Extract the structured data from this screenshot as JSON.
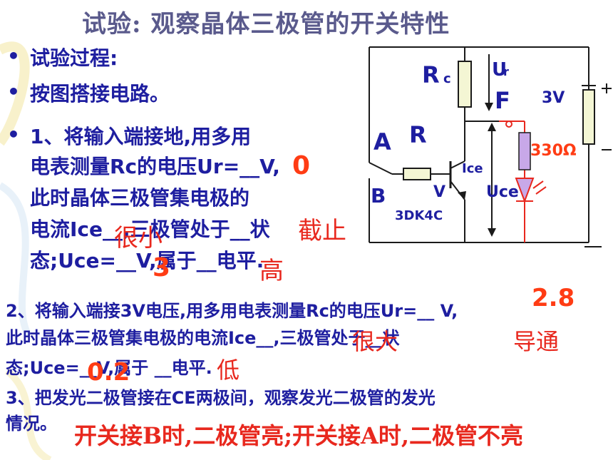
{
  "title": "试验: 观察晶体三极管的开关特性",
  "left": {
    "b1": "试验过程:",
    "b2": "按图搭接电路。",
    "b3_l1": "1、将输入端接地,用多用",
    "b3_l2": "电表测量Rc的电压Ur=__V,",
    "b3_l3": "此时晶体三极管集电极的",
    "b3_l4": "电流Ice__,三极管处于__状",
    "b3_l5": "态;Uce=__V,属于__电平."
  },
  "answers1": {
    "ur": "0",
    "ice": "很小",
    "state": "截止",
    "uce": "3",
    "level": "高"
  },
  "step2": {
    "l1": "2、将输入端接3V电压,用多用电表测量Rc的电压Ur=__ V,",
    "l2": "此时晶体三极管集电极的电流Ice__,三极管处于__状",
    "l3": "态;Uce=__V,属于 __电平."
  },
  "answers2": {
    "ur": "2.8",
    "ice": "很大",
    "state": "导通",
    "uce": "0.2",
    "level": "低"
  },
  "step3": {
    "l1": "3、把发光二极管接在CE两极间，观察发光二极管的发光",
    "l2": "情况。"
  },
  "conclusion": "开关接B时,二极管亮;开关接A时,二极管不亮",
  "circuit": {
    "rc_R": "R",
    "rc_c": "c",
    "ur_U": "U",
    "ur_r": "r",
    "F": "F",
    "battery": "3V",
    "A": "A",
    "R": "R",
    "B": "B",
    "V": "V",
    "ice": "Ice",
    "uce": "Uce",
    "resistor_led": "330Ω",
    "model": "3DK4C"
  }
}
